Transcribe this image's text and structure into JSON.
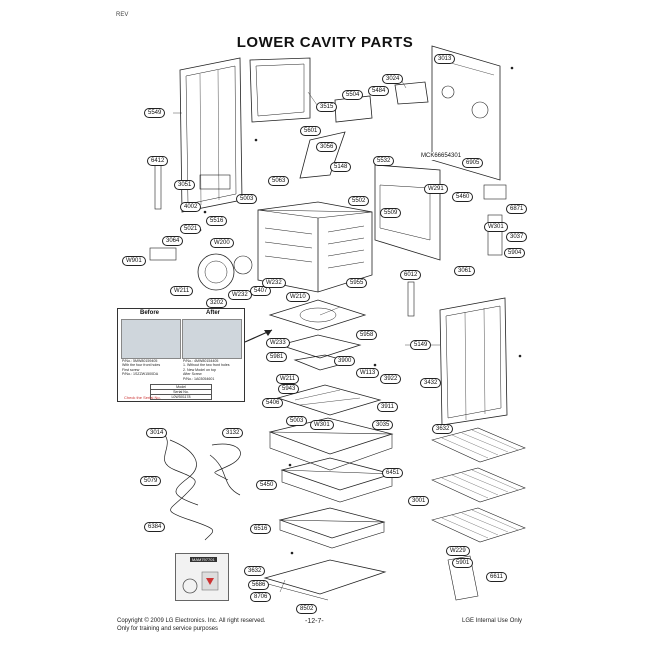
{
  "corner_label": "REV",
  "title": "LOWER CAVITY PARTS",
  "callouts": [
    "3013",
    "3024",
    "5504",
    "5484",
    "5549",
    "3515",
    "5601",
    "3056",
    "6412",
    "5063",
    "5148",
    "5532",
    "MCK66654301",
    "5502",
    "6905",
    "W291",
    "5509",
    "5460",
    "6871",
    "3051",
    "5003",
    "4002",
    "5516",
    "5021",
    "W200",
    "3064",
    "W301",
    "3037",
    "W901",
    "W211",
    "3202",
    "W232",
    "5407",
    "W232",
    "5955",
    "W210",
    "3061",
    "5904",
    "6012",
    "5958",
    "5149",
    "W233",
    "5981",
    "3900",
    "W113",
    "3922",
    "W211",
    "5943",
    "3432",
    "5406",
    "3911",
    "5003",
    "W301",
    "3035",
    "3014",
    "3132",
    "3632",
    "6451",
    "5079",
    "5450",
    "3001",
    "6384",
    "6516",
    "W229",
    "5901",
    "3632",
    "5686",
    "6611",
    "8706",
    "8502"
  ],
  "inset": {
    "before": "Before",
    "after": "After",
    "before_note": "P/No.: 5MW80159405\nWith the four front holes\nFirst screw\nP/No.: 1SZZW1500DA",
    "after_note": "P/No.: 4MW80154405\n1. Without the two front holes\n2. New Model on top\nAfter Screw\nP/No.: 1A03054601",
    "table_header": "Model",
    "table_row1": "Serial No.",
    "table_row2": "L0W501178",
    "check_note": "Check the Serial No."
  },
  "label_card_code": "MAM797701",
  "footer": {
    "copyright": "Copyright © 2009 LG Electronics. Inc. All right reserved.",
    "usage": "Only for training and service purposes",
    "page": "-12-7-",
    "internal": "LGE Internal Use Only"
  }
}
